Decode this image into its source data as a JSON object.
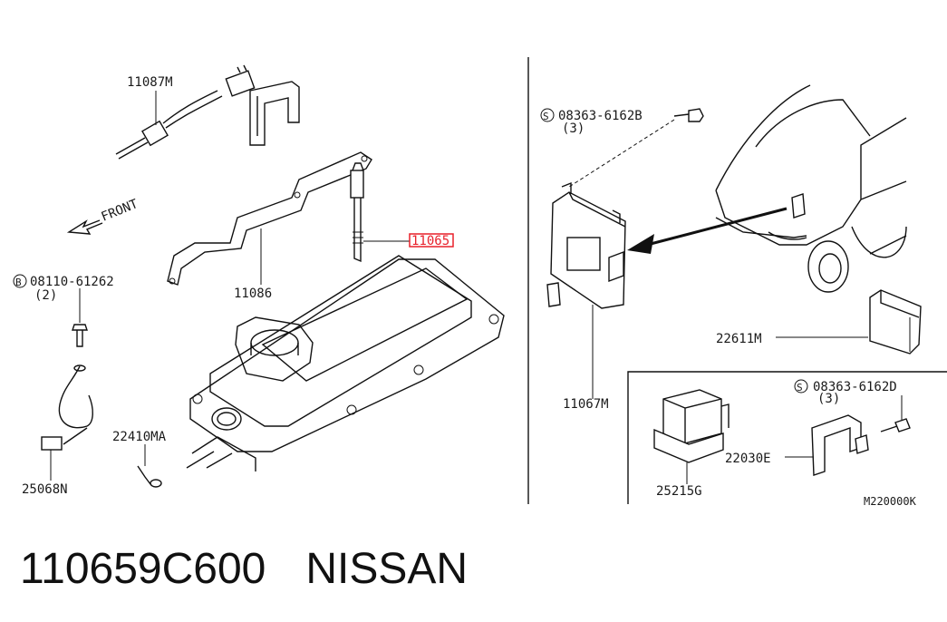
{
  "diagram": {
    "labels": {
      "sensor": "11087M",
      "front": "FRONT",
      "bolt_b": "08110-61262",
      "bolt_b_qty": "(2)",
      "bolt_b_symbol": "B",
      "bracket": "11086",
      "highlighted_part": "11065",
      "harness": "25068N",
      "clip": "22410MA",
      "screw_s1": "08363-6162B",
      "screw_s1_qty": "(3)",
      "screw_s2": "08363-6162D",
      "screw_s2_qty": "(3)",
      "screw_symbol": "S",
      "control_unit": "11067M",
      "module": "22611M",
      "relay_bracket": "22030E",
      "relay": "25215G",
      "diagram_code": "M220000K"
    },
    "highlight_color": "#e8202a"
  },
  "footer": {
    "part_number": "110659C600",
    "brand": "NISSAN"
  }
}
